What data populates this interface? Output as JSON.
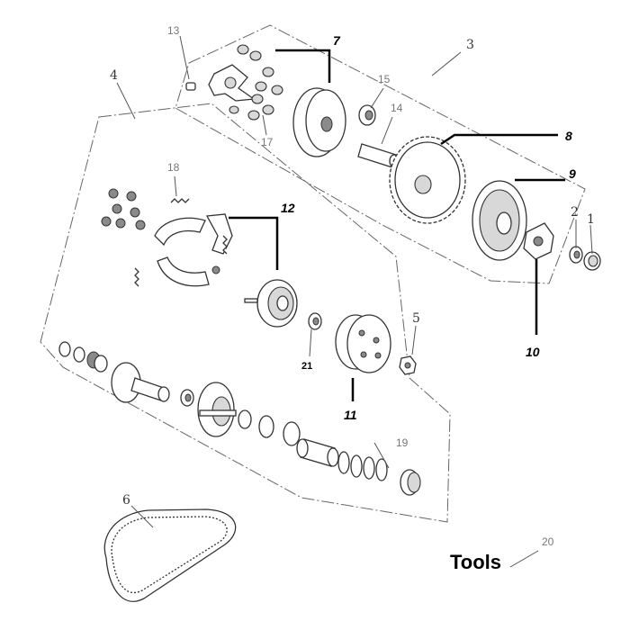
{
  "labels": {
    "n1": "1",
    "n2": "2",
    "n3": "3",
    "n4": "4",
    "n5": "5",
    "n6": "6",
    "n7": "7",
    "n8": "8",
    "n9": "9",
    "n10": "10",
    "n11": "11",
    "n12": "12",
    "n13": "13",
    "n14": "14",
    "n15": "15",
    "n17": "17",
    "n18": "18",
    "n19": "19",
    "n20": "20",
    "n21": "21"
  },
  "tools_label": "Tools"
}
